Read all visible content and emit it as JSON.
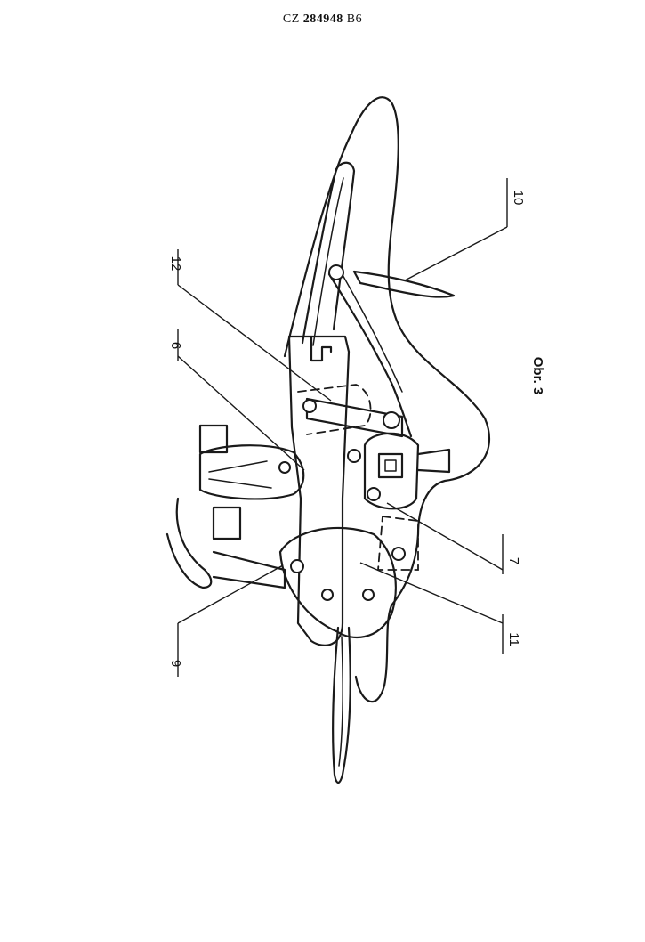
{
  "header": {
    "prefix": "CZ",
    "number": "284948",
    "suffix": "B6"
  },
  "figure": {
    "caption": "Obr. 3",
    "labels": {
      "l6": "6",
      "l7": "7",
      "l9": "9",
      "l10": "10",
      "l11": "11",
      "l12": "12"
    }
  },
  "colors": {
    "ink": "#1a1a1a",
    "paper": "#ffffff"
  }
}
